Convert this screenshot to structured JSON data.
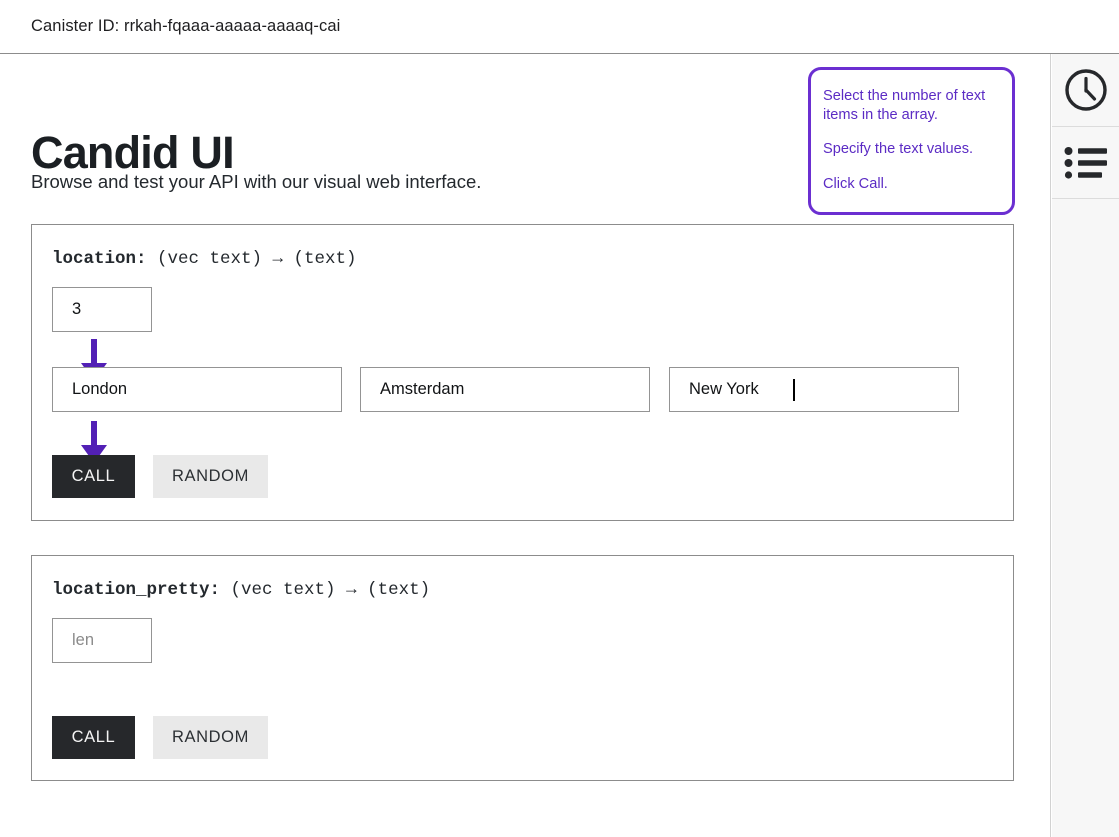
{
  "header": {
    "canister_label": "Canister ID: rrkah-fqaaa-aaaaa-aaaaq-cai"
  },
  "hero": {
    "title": "Candid UI",
    "subtitle": "Browse and test your API with our visual web interface."
  },
  "callout": {
    "border_color": "#6b2fd1",
    "text_color": "#5b2bc4",
    "lines": [
      "Select the number of text items in the array.",
      "Specify the text values.",
      "Click Call."
    ]
  },
  "methods": [
    {
      "name": "location:",
      "signature": "(vec text) → (text)",
      "length_value": "3",
      "length_placeholder": "len",
      "items": [
        {
          "value": "London",
          "placeholder": "text",
          "focused": false
        },
        {
          "value": "Amsterdam",
          "placeholder": "text",
          "focused": false
        },
        {
          "value": "New York",
          "placeholder": "text",
          "focused": true
        }
      ],
      "call_label": "CALL",
      "random_label": "RANDOM"
    },
    {
      "name": "location_pretty:",
      "signature": "(vec text) → (text)",
      "length_value": "",
      "length_placeholder": "len",
      "items": [],
      "call_label": "CALL",
      "random_label": "RANDOM"
    }
  ],
  "sidebar": {
    "items": [
      {
        "icon": "clock-icon",
        "name": "history"
      },
      {
        "icon": "list-icon",
        "name": "methods-list"
      }
    ]
  },
  "colors": {
    "accent_purple": "#6b2fd1",
    "call_button_bg": "#26282b",
    "random_button_bg": "#e9e9e9"
  }
}
